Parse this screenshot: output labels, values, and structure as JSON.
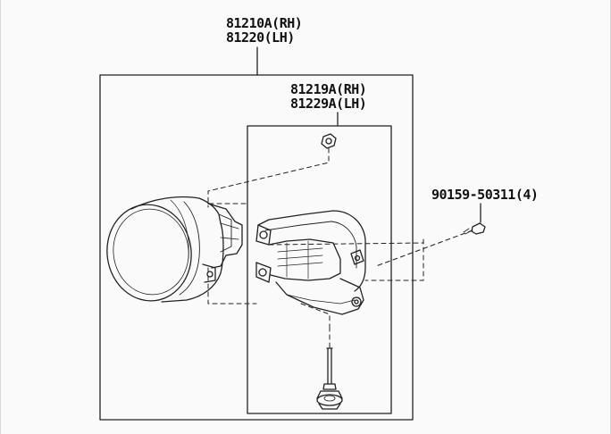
{
  "callouts": {
    "assembly_rh": "81210A(RH)",
    "assembly_lh": "81220(LH)",
    "bracket_rh": "81219A(RH)",
    "bracket_lh": "81229A(LH)",
    "screw": "90159-50311(4)"
  },
  "colors": {
    "line": "#222222",
    "background": "#fafafa"
  }
}
